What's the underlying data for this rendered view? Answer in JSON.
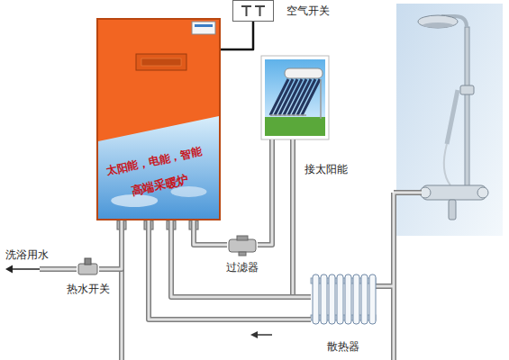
{
  "diagram": {
    "nodes": [
      {
        "text": [
          "太阳能，电能，智能",
          "高端采暖炉"
        ]
      },
      {
        "text": [
          "空气开关"
        ]
      },
      {
        "text": [
          "过滤器"
        ]
      },
      {
        "text": [
          "散热器"
        ]
      },
      {
        "text": [
          "热水开关"
        ]
      }
    ],
    "edges": [
      {
        "from": 0,
        "to": 1,
        "arrow": "none"
      },
      {
        "from": 0,
        "to": 2,
        "arrow": "none"
      },
      {
        "from": 0,
        "to": 3,
        "arrow": "none"
      },
      {
        "from": 0,
        "to": 3,
        "arrow": "none"
      },
      {
        "from": 0,
        "to": 4,
        "arrow": "none"
      }
    ],
    "labels": [
      "接太阳能",
      "洗浴用水"
    ]
  }
}
